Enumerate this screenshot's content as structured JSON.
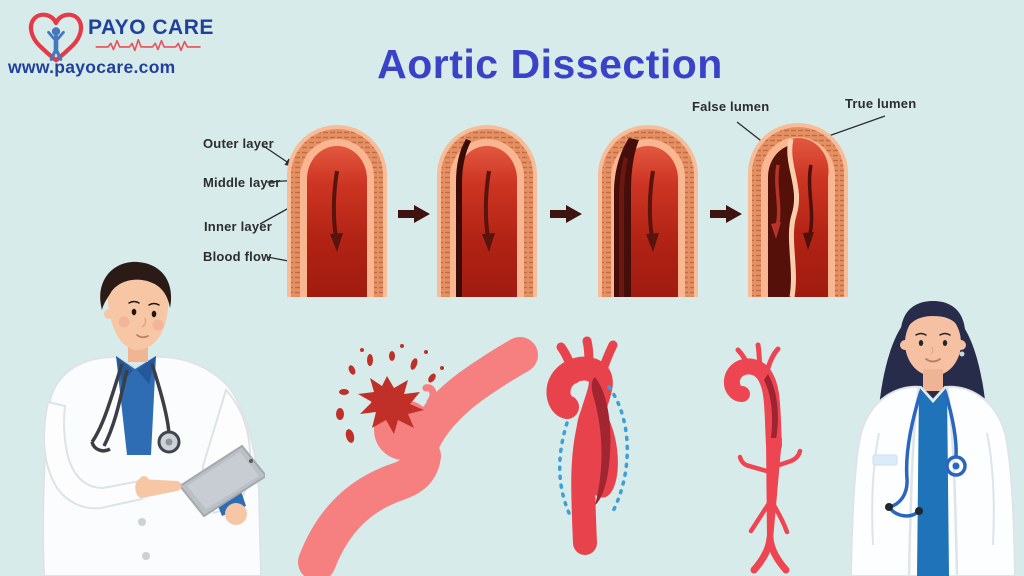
{
  "theme": {
    "bg": "#d7ebea",
    "title_color": "#3a43c7",
    "label_color": "#2d2d2d",
    "brand_navy": "#21409a"
  },
  "header": {
    "logo": {
      "brand": "PAYO CARE",
      "website": "www.payocare.com",
      "heart_icon": "heart-outline-with-caring-figure",
      "ekg_icon": "heartbeat-line",
      "heart_color": "#e63a48",
      "figure_color": "#4579bd",
      "ekg_color": "#e8505b"
    },
    "title": "Aortic Dissection"
  },
  "diagram": {
    "layer_labels": [
      "Outer layer",
      "Middle layer",
      "Inner layer",
      "Blood flow"
    ],
    "lumen_labels": [
      "False lumen",
      "True lumen"
    ],
    "stages": [
      {
        "name": "normal-aorta"
      },
      {
        "name": "intimal-tear"
      },
      {
        "name": "false-lumen-forming"
      },
      {
        "name": "dissected-aorta"
      }
    ],
    "icons": {
      "progress_arrow": "right-block-arrow",
      "blood_flow_arrow": "downward-flow-arrow"
    },
    "colors": {
      "outer_edge": "#f7bd98",
      "outer_layer": "#e59063",
      "outer_texture": "#c06b45",
      "middle_layer": "#f9b690",
      "lumen_top": "#e2583f",
      "lumen_bottom": "#a01c10",
      "false_lumen": "#541009",
      "dissection_flap": "#f8cfae",
      "flow_arrow": "#5a130d",
      "progress_arrow": "#3f1410",
      "connector_line": "#2d2d2d"
    }
  },
  "bottom": {
    "illustrations": [
      {
        "name": "ruptured-aortic-aneurysm",
        "vessel_color": "#f5807f",
        "blood_color": "#c03028"
      },
      {
        "name": "dissected-aortic-arch",
        "vessel_color": "#e8434d",
        "false_lumen_color": "#a12631",
        "dotted_outline_color": "#3e9fd4"
      },
      {
        "name": "full-aorta-dissection",
        "vessel_color": "#ee4552",
        "false_lumen_color": "#9c2531"
      }
    ],
    "figures": [
      {
        "name": "male-doctor-with-tablet",
        "coat_color": "#fbfcfd",
        "shirt_color": "#2e6cb4",
        "skin_color": "#f7c6a4",
        "hair_color": "#2a1b16",
        "tablet_color": "#bac0c6"
      },
      {
        "name": "female-doctor",
        "coat_color": "#fdfeff",
        "top_color": "#1e73b9",
        "skin_color": "#f6c0a2",
        "hair_color": "#272c4a",
        "stethoscope_color": "#2a66c0"
      }
    ]
  }
}
